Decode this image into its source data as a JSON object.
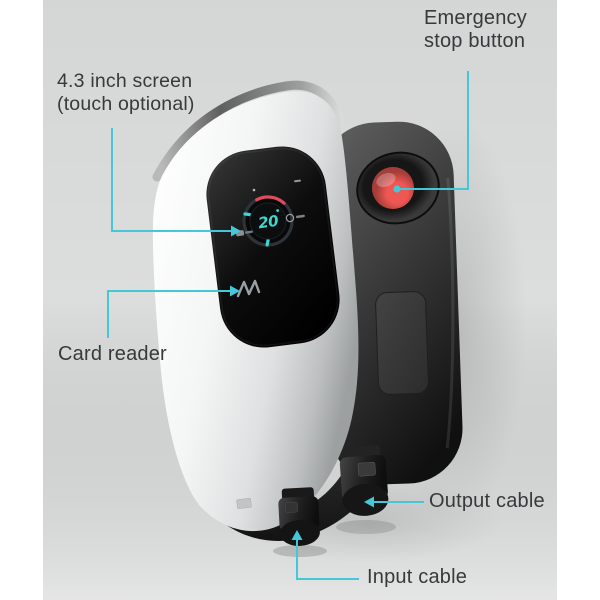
{
  "labels": {
    "screen": {
      "line1": "4.3 inch screen",
      "line2": "(touch optional)"
    },
    "card_reader": "Card reader",
    "emergency": {
      "line1": "Emergency",
      "line2": "stop button"
    },
    "output_cable": "Output cable",
    "input_cable": "Input cable"
  },
  "device": {
    "display_value": "20"
  },
  "colors": {
    "annotation_line": "#45c7d9",
    "label_text": "#37393b",
    "display_accent": "#3bd8d0",
    "display_warning": "#e04b5e",
    "emergency_button": "#ee5752",
    "photo_background": "#dcdddd",
    "margin": "#ffffff"
  }
}
